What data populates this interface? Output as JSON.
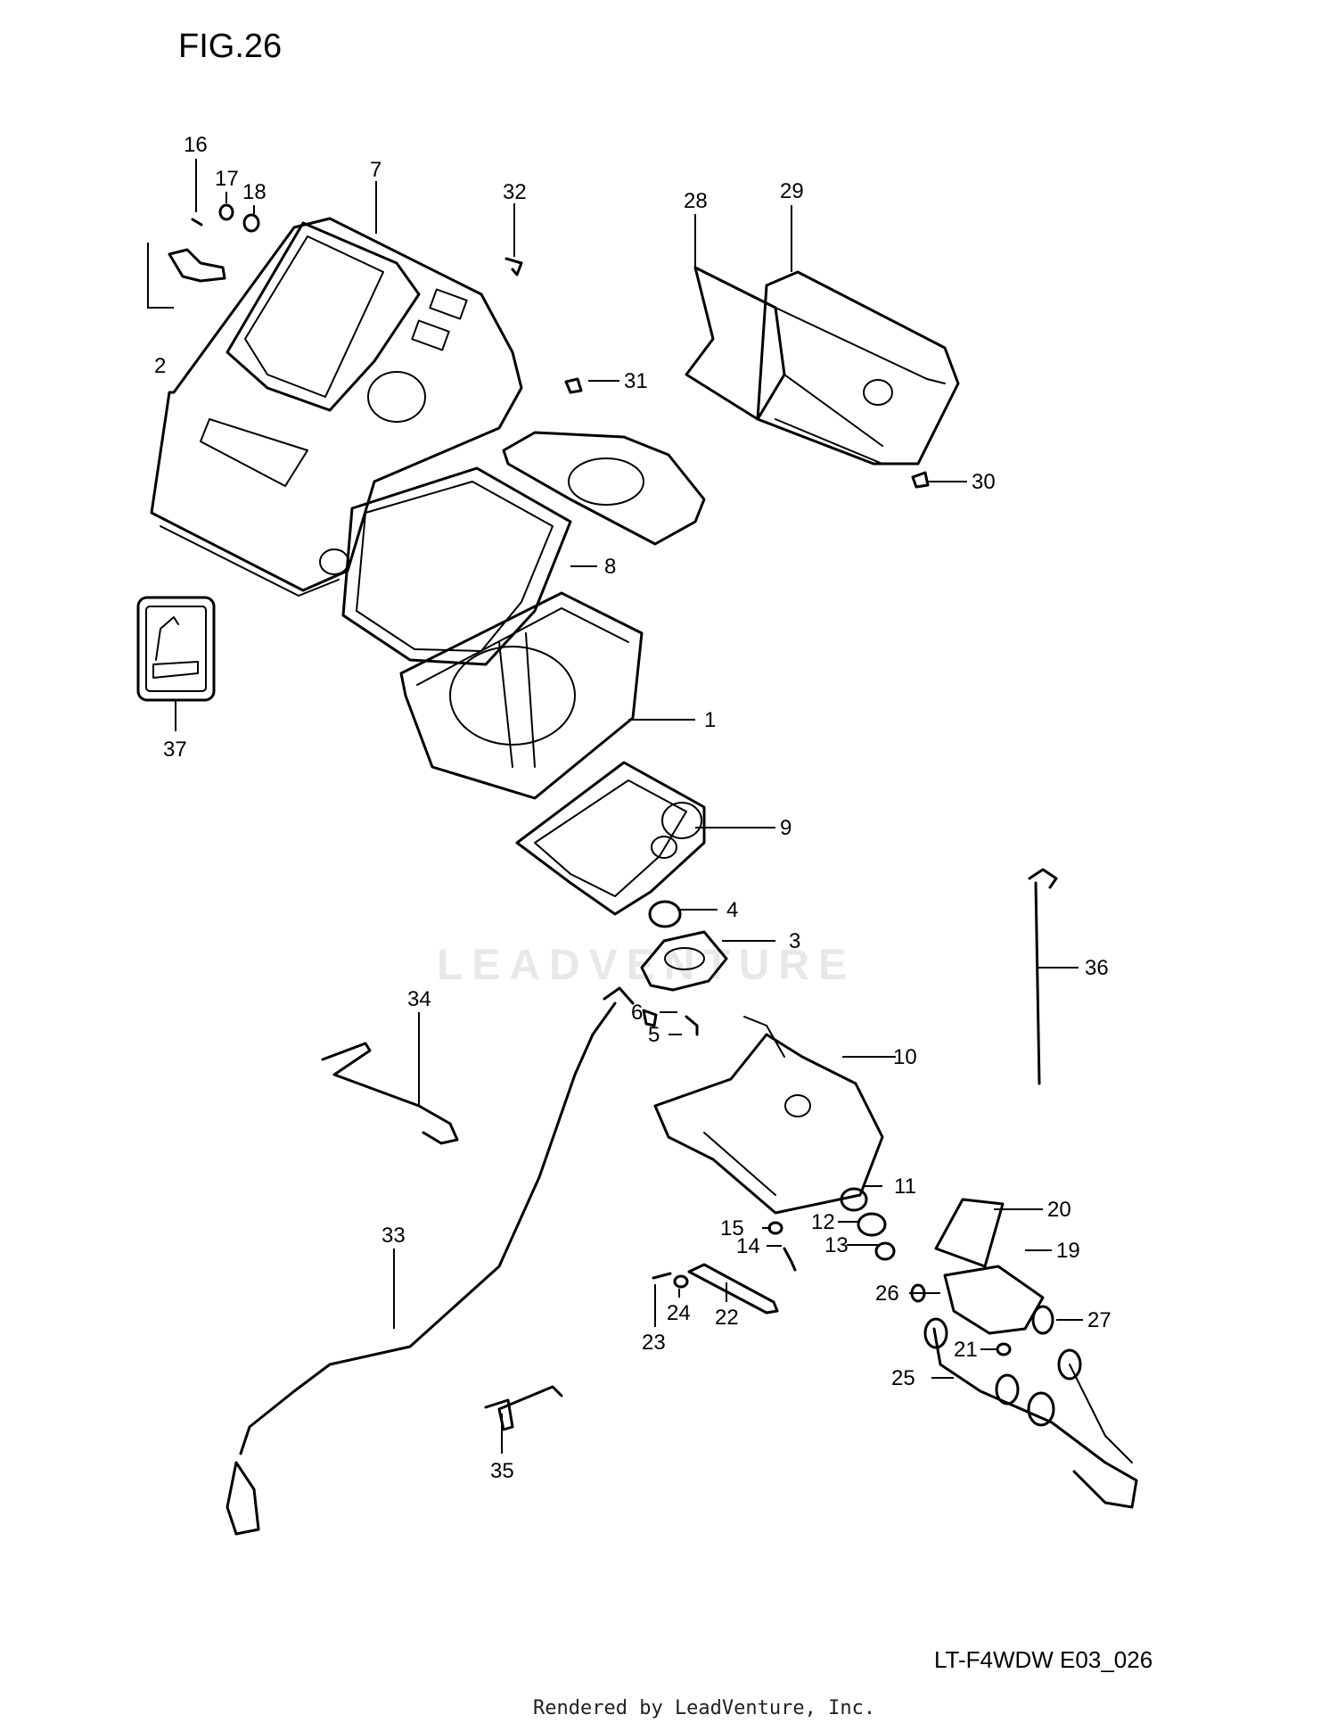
{
  "figure": {
    "title": "FIG.26",
    "code": "LT-F4WDW E03_026"
  },
  "watermark": "LEADVENTURE",
  "footer": "Rendered by LeadVenture, Inc.",
  "callouts": [
    "1",
    "2",
    "3",
    "4",
    "5",
    "6",
    "7",
    "8",
    "9",
    "10",
    "11",
    "12",
    "13",
    "14",
    "15",
    "16",
    "17",
    "18",
    "19",
    "20",
    "21",
    "22",
    "23",
    "24",
    "25",
    "26",
    "27",
    "28",
    "29",
    "30",
    "31",
    "32",
    "33",
    "34",
    "35",
    "36",
    "37"
  ]
}
